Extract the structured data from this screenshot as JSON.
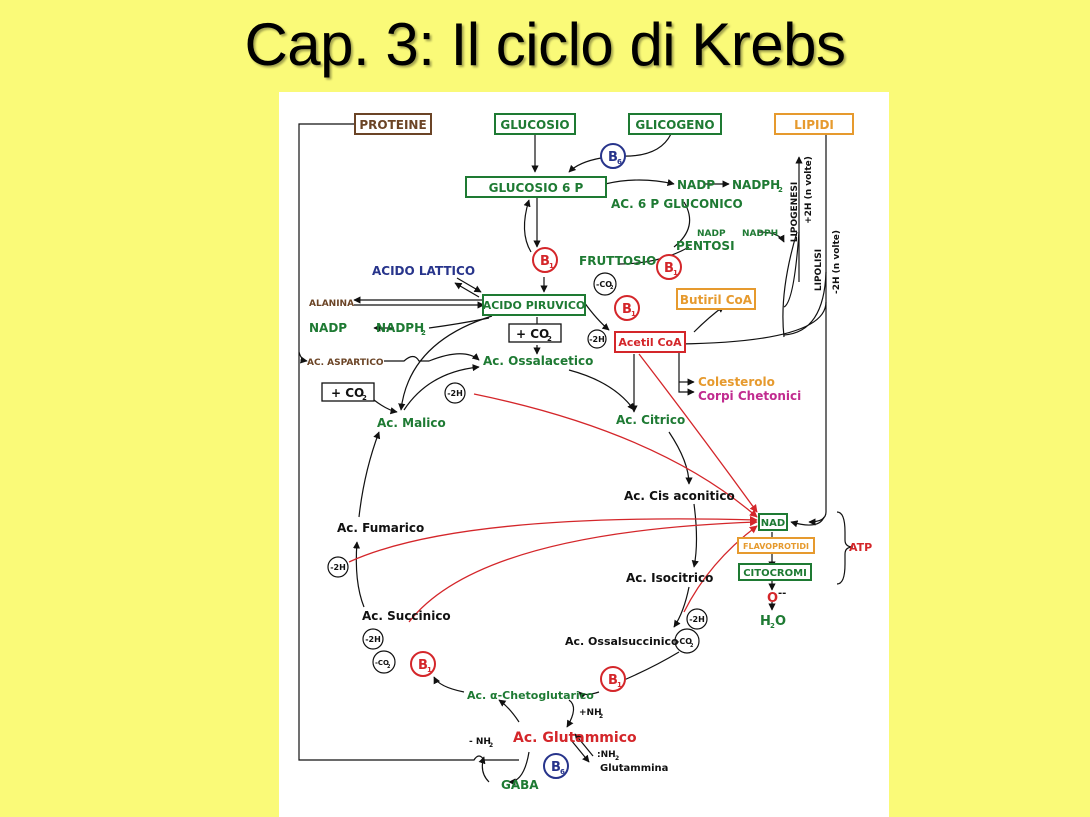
{
  "title": "Cap. 3: Il ciclo di Krebs",
  "colors": {
    "background": "#fafa78",
    "green": "#1e7a33",
    "brown": "#6b4426",
    "navy": "#27348b",
    "red": "#d4262a",
    "orange": "#e69a2e",
    "magenta": "#c12b8f"
  },
  "labels": {
    "proteine": "PROTEINE",
    "glucosio": "GLUCOSIO",
    "glicogeno": "GLICOGENO",
    "lipidi": "LIPIDI",
    "glucosio6p": "GLUCOSIO 6 P",
    "nadp_top": "NADP",
    "nadph_top": "NADPH",
    "nadph_top_sub": "2",
    "ac6p": "AC. 6 P GLUCONICO",
    "nadp_small": "NADP",
    "nadph_small": "NADPH",
    "pentosi": "PENTOSI",
    "lipogenesi": "LIPOGENESI",
    "lipogenesi_2h": "+2H (n volte)",
    "lipolisi": "LIPOLISI",
    "lipolisi_2h": "-2H (n volte)",
    "acido_lattico": "ACIDO LATTICO",
    "fruttosio": "FRUTTOSIO",
    "alanina": "ALANINA",
    "acido_piruvico": "ACIDO PIRUVICO",
    "butiril_coa": "Butiril CoA",
    "nadp_left": "NADP",
    "nadph_left": "NADPH",
    "nadph_left_sub": "2",
    "plus_co2": "+ CO",
    "plus_co2_sub": "2",
    "minus_co2": "-CO",
    "minus_co2_sub": "2",
    "minus_2h": "-2H",
    "acetil_coa": "Acetil CoA",
    "ac_aspartico": "AC. ASPARTICO",
    "ac_ossalacetico": "Ac. Ossalacetico",
    "plus_co2_left": "+ CO",
    "plus_co2_left_sub": "2",
    "colesterolo": "Colesterolo",
    "corpi_chetonici": "Corpi Chetonici",
    "ac_malico": "Ac. Malico",
    "ac_citrico": "Ac. Citrico",
    "ac_cis_aconitico": "Ac. Cis aconitico",
    "ac_fumarico": "Ac. Fumarico",
    "nad": "NAD",
    "flavoprotidi": "FLAVOPROTIDI",
    "atp": "ATP",
    "citocromi": "CITOCROMI",
    "ac_isocitrico": "Ac. Isocitrico",
    "oxygen": "O",
    "oxygen_charge": "--",
    "h2o_h": "H",
    "h2o_sub": "2",
    "h2o_o": "O",
    "ac_succinico": "Ac. Succinico",
    "ac_ossalsuccinico": "Ac. Ossalsuccinico",
    "ac_alfa_chetoglutarico": "Ac. α-Chetoglutarico",
    "plus_nh2": "+NH",
    "plus_nh2_sub": "2",
    "minus_nh2": "- NH",
    "minus_nh2_sub": "2",
    "ac_glutammico": "Ac. Glutammico",
    "nh2_glut": ":NH",
    "nh2_glut_sub": "2",
    "glutammina": "Glutammina",
    "gaba": "GABA",
    "b1": "B",
    "b1_sub": "1",
    "b6": "B",
    "b6_sub": "6"
  }
}
